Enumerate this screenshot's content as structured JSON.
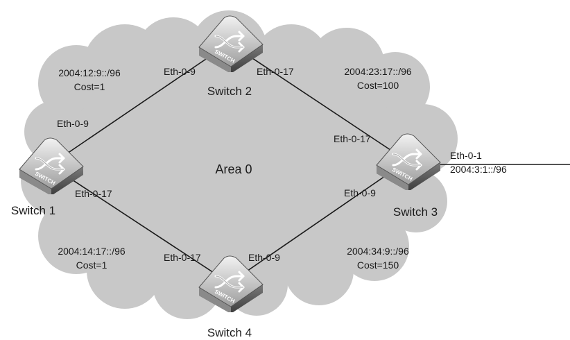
{
  "area_label": "Area 0",
  "switches": [
    {
      "id": "sw1",
      "name": "Switch 1",
      "badge": "SWITCH"
    },
    {
      "id": "sw2",
      "name": "Switch 2",
      "badge": "SWITCH"
    },
    {
      "id": "sw3",
      "name": "Switch 3",
      "badge": "SWITCH"
    },
    {
      "id": "sw4",
      "name": "Switch 4",
      "badge": "SWITCH"
    }
  ],
  "links": [
    {
      "from": "sw1",
      "to": "sw2",
      "prefix": "2004:12:9::/96",
      "cost": "Cost=1",
      "from_port": "Eth-0-9",
      "to_port": "Eth-0-9"
    },
    {
      "from": "sw2",
      "to": "sw3",
      "prefix": "2004:23:17::/96",
      "cost": "Cost=100",
      "from_port": "Eth-0-17",
      "to_port": "Eth-0-17"
    },
    {
      "from": "sw1",
      "to": "sw4",
      "prefix": "2004:14:17::/96",
      "cost": "Cost=1",
      "from_port": "Eth-0-17",
      "to_port": "Eth-0-17"
    },
    {
      "from": "sw4",
      "to": "sw3",
      "prefix": "2004:34:9::/96",
      "cost": "Cost=150",
      "from_port": "Eth-0-9",
      "to_port": "Eth-0-9"
    }
  ],
  "external_link": {
    "port": "Eth-0-1",
    "prefix": "2004:3:1::/96"
  },
  "colors": {
    "cloud": "#c8c8c8",
    "line": "#1a1a1a",
    "switch_top": "#d9d9d9",
    "switch_side": "#6f6f6f",
    "text": "#1a1a1a"
  },
  "icons": {
    "switch": "network-switch-icon",
    "cloud": "cloud-shape"
  }
}
